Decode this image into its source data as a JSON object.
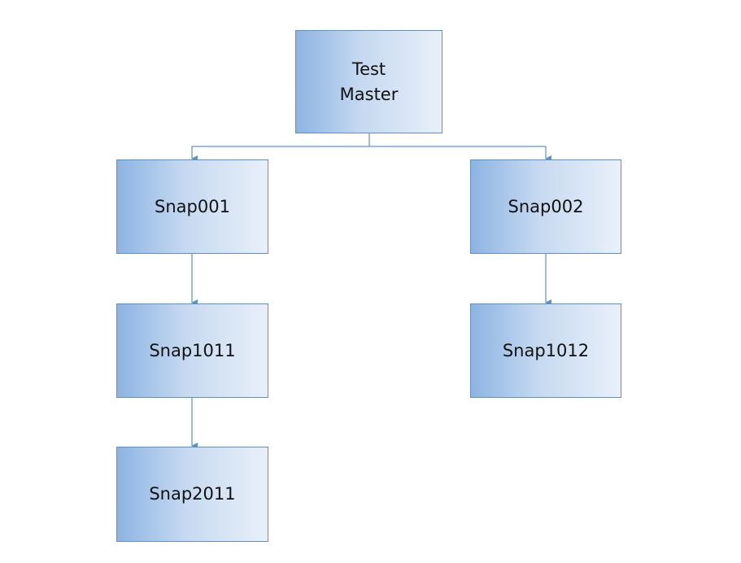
{
  "diagram": {
    "nodes": {
      "root": "Test\nMaster",
      "snap001": "Snap001",
      "snap002": "Snap002",
      "snap1011": "Snap1011",
      "snap1012": "Snap1012",
      "snap2011": "Snap2011"
    },
    "edges": [
      {
        "from": "Test Master",
        "to": "Snap001"
      },
      {
        "from": "Test Master",
        "to": "Snap002"
      },
      {
        "from": "Snap001",
        "to": "Snap1011"
      },
      {
        "from": "Snap002",
        "to": "Snap1012"
      },
      {
        "from": "Snap1011",
        "to": "Snap2011"
      }
    ],
    "colors": {
      "border": "#5b93c9",
      "gradient_start": "#8db4e2",
      "gradient_end": "#e9f0f9",
      "connector": "#5b93c9"
    }
  }
}
